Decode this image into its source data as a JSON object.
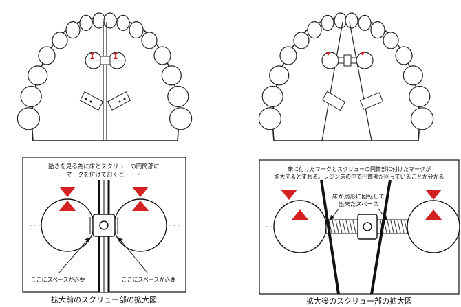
{
  "left_panel": {
    "annotation_line1": "動きを見る為に床とスクリューの円筒部に",
    "annotation_line2": "マークを付けておくと・・・",
    "space_label_left": "ここにスペースが必要",
    "space_label_right": "ここにスペースが必要",
    "caption": "拡大前のスクリュー部の拡大図"
  },
  "right_panel": {
    "annotation_line1": "床に付けたマークとスクリューの円筒部に付けたマークが",
    "annotation_line2": "拡大するとずれる。レジン床の中で円筒部が回っていることが分かる",
    "space_label_line1": "床が扇形に回転して",
    "space_label_line2": "出来たスペース",
    "caption": "拡大後のスクリュー部の拡大図"
  },
  "colors": {
    "mark": "#d42020",
    "line": "#111111"
  }
}
